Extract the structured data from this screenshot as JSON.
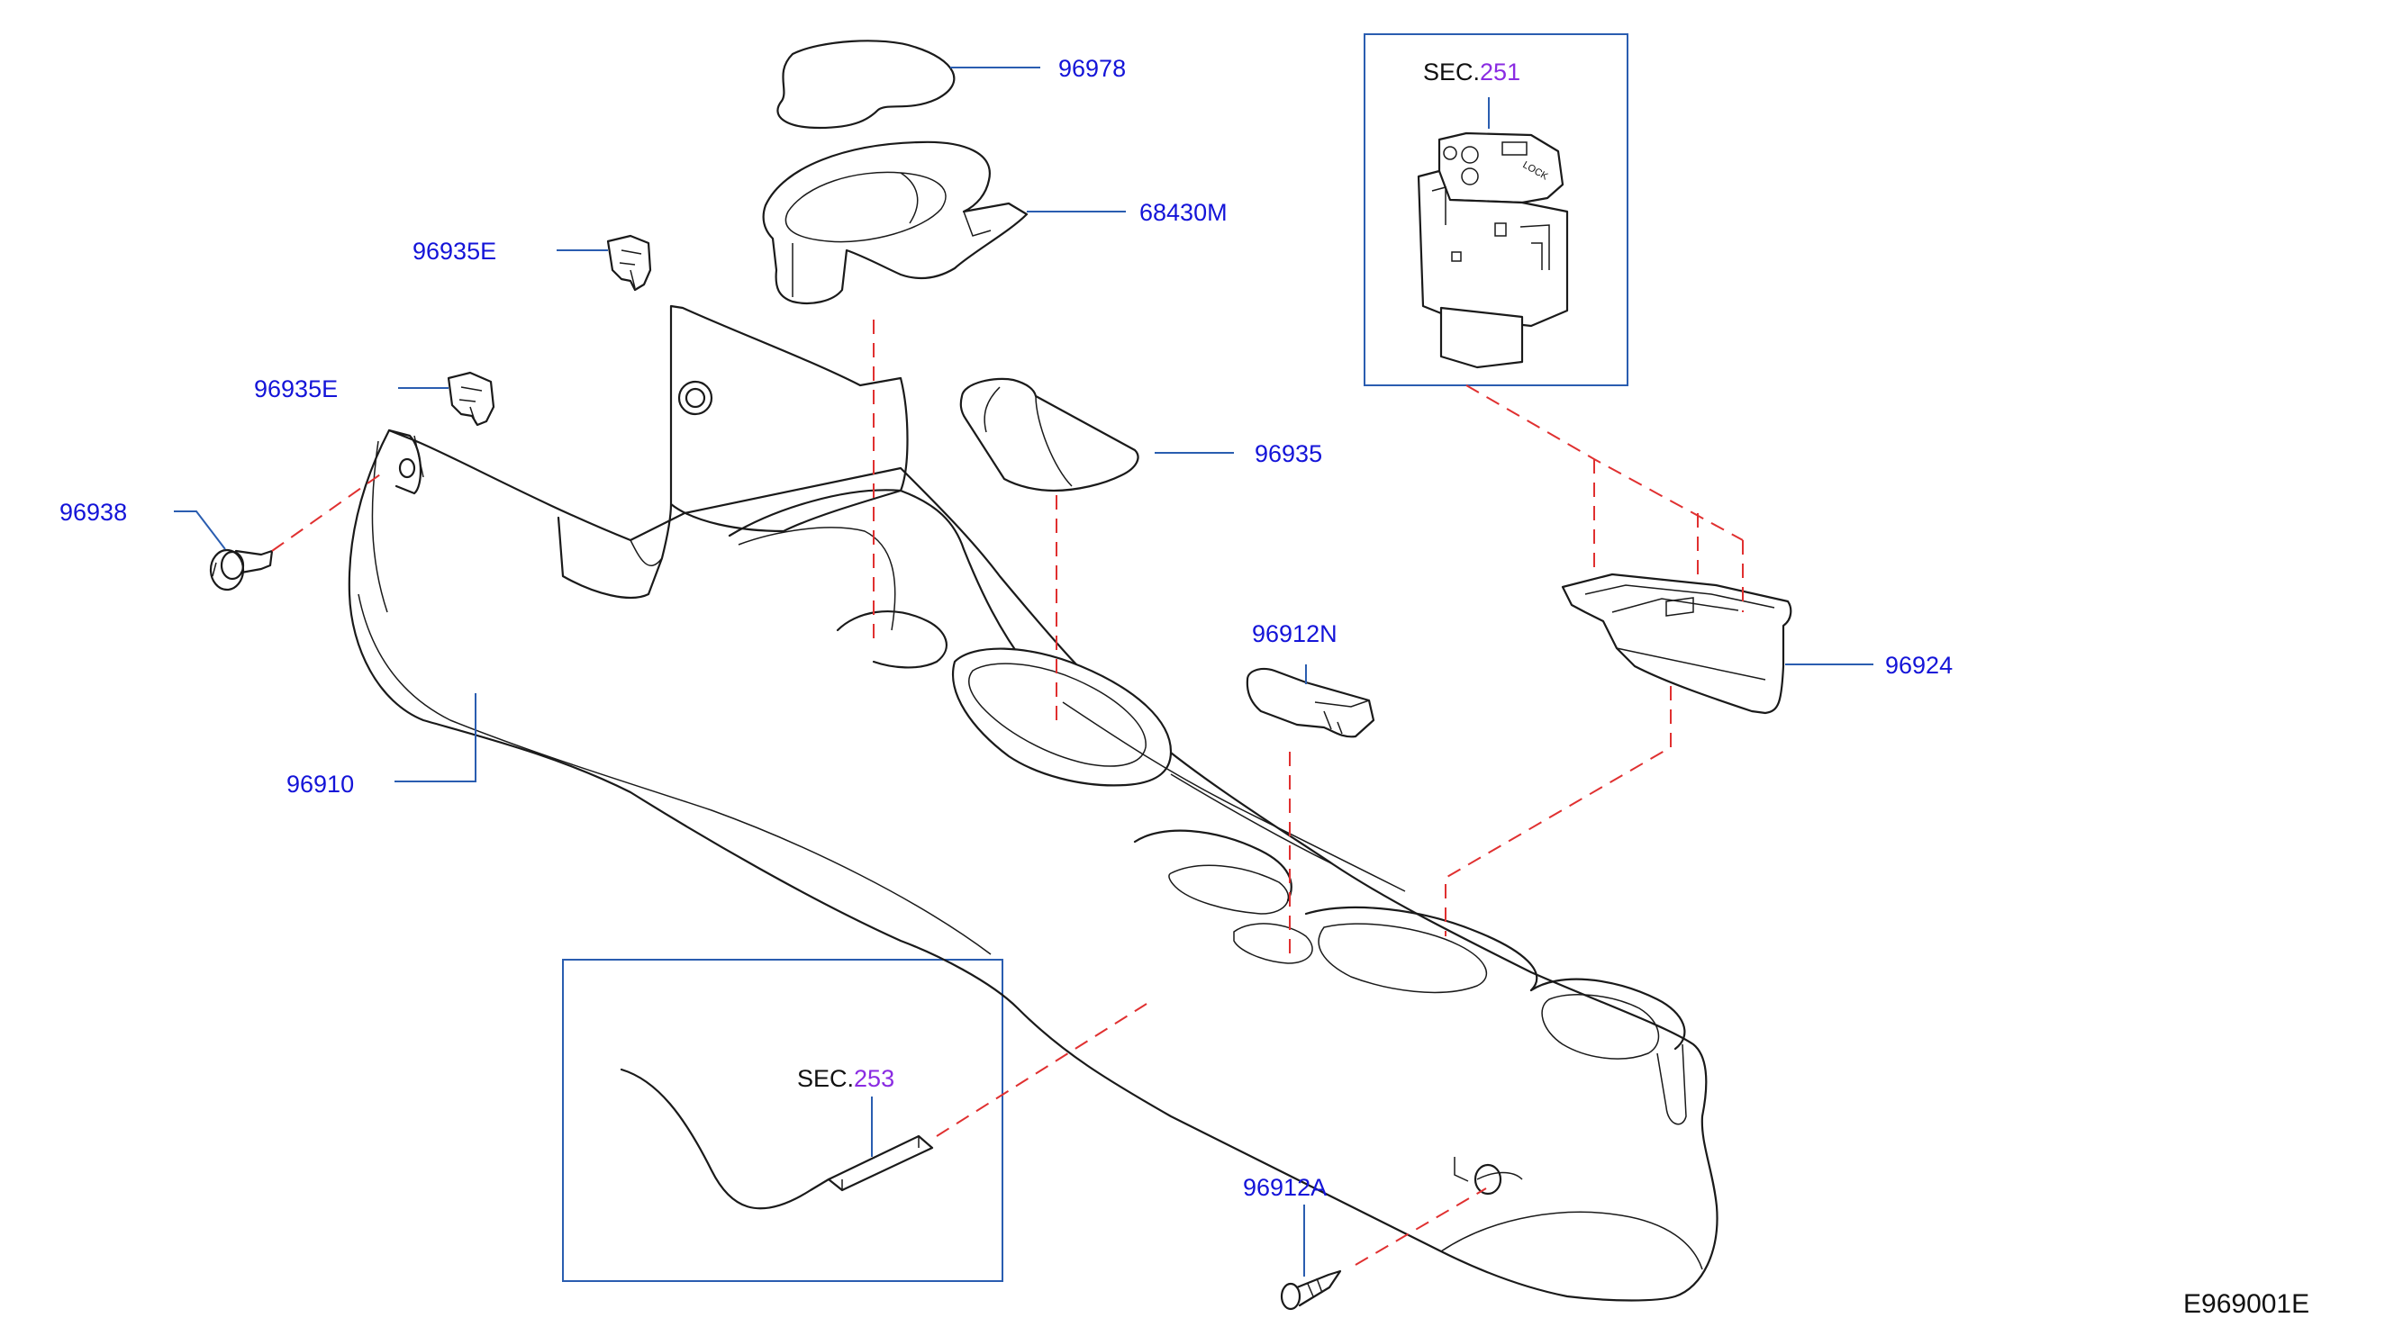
{
  "labels": {
    "p96978": "96978",
    "p68430M": "68430M",
    "p96935E_a": "96935E",
    "p96935E_b": "96935E",
    "p96938": "96938",
    "p96935": "96935",
    "p96910": "96910",
    "p96912N": "96912N",
    "p96924": "96924",
    "p96912A": "96912A"
  },
  "sections": {
    "sec251_prefix": "SEC.",
    "sec251_num": "251",
    "sec253_prefix": "SEC.",
    "sec253_num": "253"
  },
  "switch_text": "LOCK",
  "diagram_code": "E969001E",
  "colors": {
    "label": "#1414d8",
    "leader": "#2a5db0",
    "hidden_line": "#e03030",
    "section_number": "#8a2be2"
  }
}
